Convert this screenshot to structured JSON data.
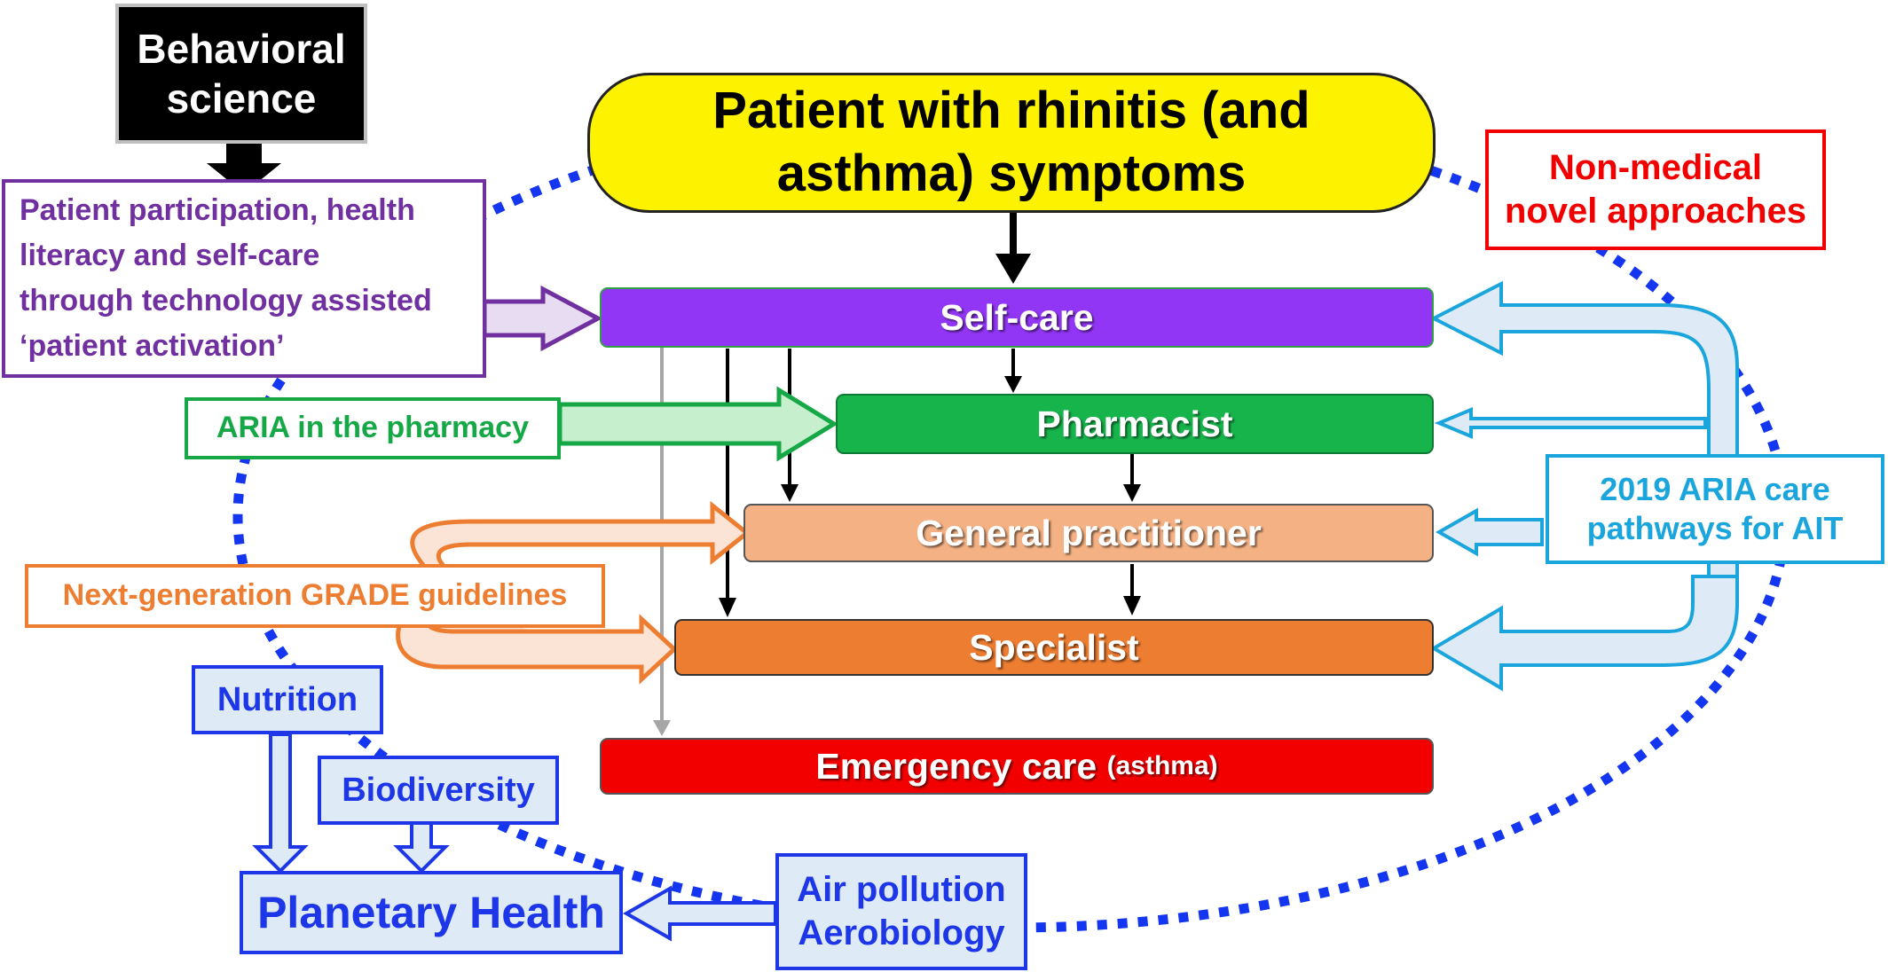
{
  "patient": {
    "line1": "Patient with rhinitis (and",
    "line2": "asthma) symptoms"
  },
  "behavioral": {
    "line1": "Behavioral",
    "line2": "science"
  },
  "activation": {
    "lines": [
      "Patient participation, health",
      "literacy  and self-care",
      "through technology assisted",
      "‘patient activation’"
    ]
  },
  "non_medical": {
    "line1": "Non-medical",
    "line2": "novel approaches"
  },
  "pathway": {
    "self_care": "Self-care",
    "pharmacist": "Pharmacist",
    "gp": "General practitioner",
    "specialist": "Specialist",
    "emergency": "Emergency care",
    "emergency_note": "(asthma)"
  },
  "pharmacy": "ARIA in the pharmacy",
  "grade": "Next-generation GRADE guidelines",
  "ait": {
    "line1": "2019 ARIA care",
    "line2": "pathways for AIT"
  },
  "nutrition": "Nutrition",
  "biodiversity": "Biodiversity",
  "planetary": "Planetary Health",
  "air": {
    "line1": "Air pollution",
    "line2": "Aerobiology"
  },
  "colors": {
    "yellow": "#fdf200",
    "purple": "#9236f5",
    "purple_dark": "#7030a0",
    "green": "#17b44c",
    "green_dark": "#16a847",
    "peach": "#f4b183",
    "orange": "#ed7d31",
    "red": "#f20000",
    "cyan": "#1aa5dc",
    "blue": "#1d37e8",
    "dotted": "#1436f0"
  }
}
